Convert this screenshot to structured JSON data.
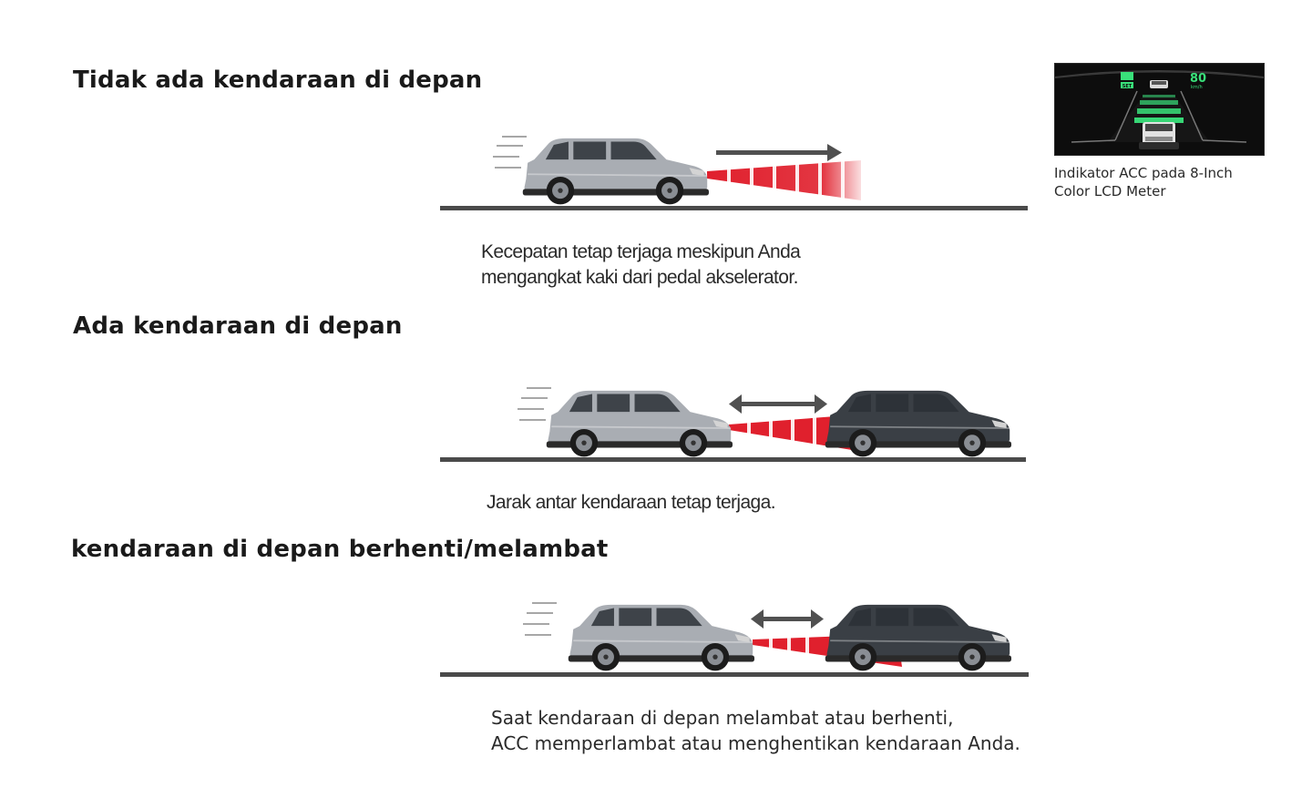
{
  "sections": [
    {
      "heading": "Tidak ada kendaraan di depan",
      "caption_lines": [
        "Kecepatan tetap terjaga meskipun Anda",
        "mengangkat kaki dari pedal akselerator."
      ]
    },
    {
      "heading": "Ada kendaraan di depan",
      "caption_lines": [
        "Jarak antar kendaraan tetap terjaga."
      ]
    },
    {
      "heading": "kendaraan di depan berhenti/melambat",
      "caption_lines": [
        "Saat kendaraan di depan melambat atau berhenti,",
        "ACC memperlambat atau menghentikan kendaraan Anda."
      ]
    }
  ],
  "meter": {
    "speed": "80",
    "speed_unit": "km/h",
    "set_label": "SET",
    "caption_lines": [
      "Indikator ACC pada 8-Inch",
      "Color LCD Meter"
    ]
  },
  "colors": {
    "silver_car": "#a9adb3",
    "dark_car": "#3a3f45",
    "radar": "#e0202d",
    "road": "#4a4a4a",
    "arrow": "#505050",
    "lcd_green": "#39e07a"
  }
}
